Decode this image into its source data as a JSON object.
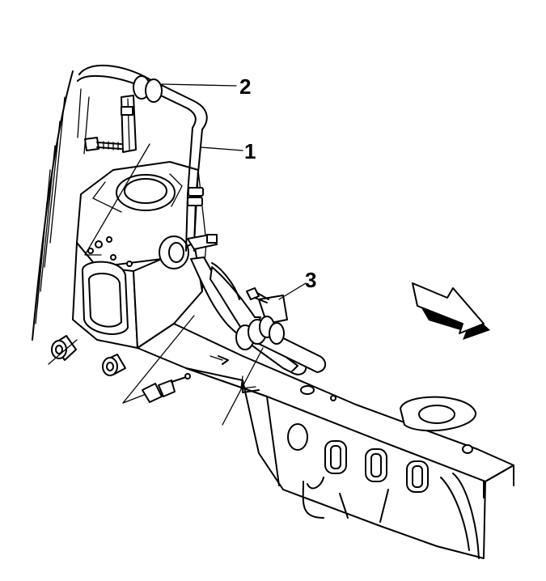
{
  "diagram": {
    "callouts": [
      {
        "id": "1",
        "label": "1"
      },
      {
        "id": "2",
        "label": "2"
      },
      {
        "id": "3",
        "label": "3"
      }
    ],
    "icons": {
      "direction": "forward-arrow-icon"
    }
  }
}
